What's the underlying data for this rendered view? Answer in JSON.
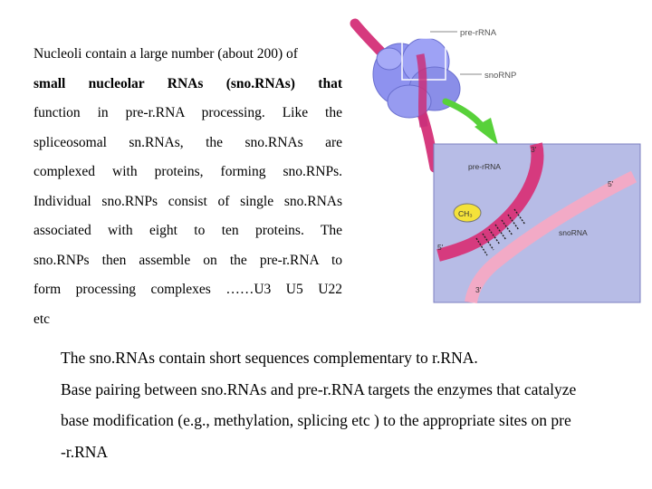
{
  "left_paragraph": {
    "lines": [
      "Nucleoli contain a large number (about 200) of",
      "small nucleolar RNAs (sno.RNAs) that",
      "function in pre-r.RNA processing. Like the",
      "spliceosomal sn.RNAs, the sno.RNAs are",
      "complexed with proteins, forming sno.RNPs.",
      "Individual sno.RNPs consist of single sno.RNAs",
      "associated with eight to ten proteins. The",
      "sno.RNPs then assemble on the pre-r.RNA to",
      "form processing complexes ……U3 U5 U22",
      "etc"
    ]
  },
  "bottom_paragraph": {
    "lines": [
      "The sno.RNAs contain short sequences complementary to r.RNA.",
      "Base pairing between sno.RNAs and pre-r.RNA targets the enzymes that catalyze",
      "base modification (e.g., methylation, splicing etc ) to the appropriate sites on pre",
      "-r.RNA"
    ]
  },
  "figure": {
    "label_pre_rrna_top": "pre-rRNA",
    "label_snornp": "snoRNP",
    "label_pre_rrna_inset": "pre-rRNA",
    "label_snorna": "snoRNA",
    "label_ch3": "CH₃",
    "label_3prime_a": "3'",
    "label_5prime_a": "5'",
    "label_5prime_b": "5'",
    "label_3prime_b": "3'",
    "colors": {
      "complex": "#8e92ef",
      "pre_rrna": "#d63a7e",
      "snorna": "#f2aac6",
      "inset_bg": "#b7bce6",
      "arrow": "#58d13a",
      "ch3": "#f4e23a"
    }
  }
}
